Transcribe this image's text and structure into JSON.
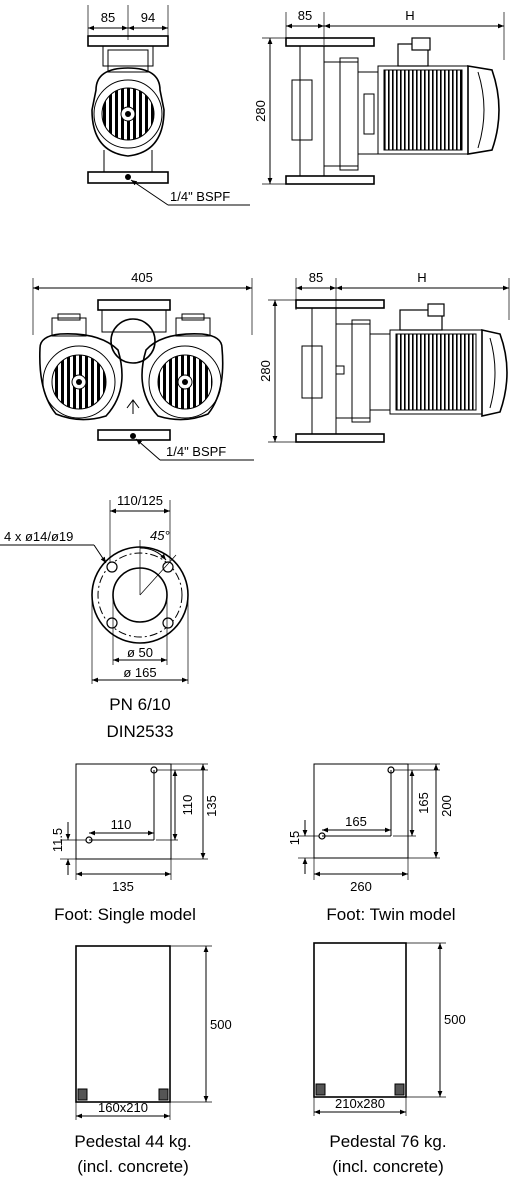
{
  "single_front": {
    "dim_left": "85",
    "dim_right": "94",
    "callout": "1/4\" BSPF"
  },
  "single_side": {
    "dim_flange": "85",
    "dim_length": "H",
    "dim_height": "280"
  },
  "twin_front": {
    "dim_width": "405",
    "callout": "1/4\" BSPF"
  },
  "twin_side": {
    "dim_flange": "85",
    "dim_length": "H",
    "dim_height": "280"
  },
  "flange": {
    "bolt_circle": "110/125",
    "bolts": "4 x ø14/ø19",
    "angle": "45°",
    "bore": "ø 50",
    "outer": "ø 165",
    "caption_line1": "PN 6/10",
    "caption_line2": "DIN2533"
  },
  "foot_single": {
    "dim_hole_x": "110",
    "dim_width": "135",
    "dim_hole_y": "110",
    "dim_height": "135",
    "dim_offset": "11.5",
    "caption": "Foot: Single model"
  },
  "foot_twin": {
    "dim_hole_x": "165",
    "dim_width": "260",
    "dim_hole_y": "165",
    "dim_height": "200",
    "dim_offset": "15",
    "caption": "Foot: Twin model"
  },
  "pedestal_single": {
    "dim_base": "160x210",
    "dim_height": "500",
    "caption_line1": "Pedestal 44 kg.",
    "caption_line2": "(incl. concrete)"
  },
  "pedestal_twin": {
    "dim_base": "210x280",
    "dim_height": "500",
    "caption_line1": "Pedestal 76 kg.",
    "caption_line2": "(incl. concrete)"
  }
}
